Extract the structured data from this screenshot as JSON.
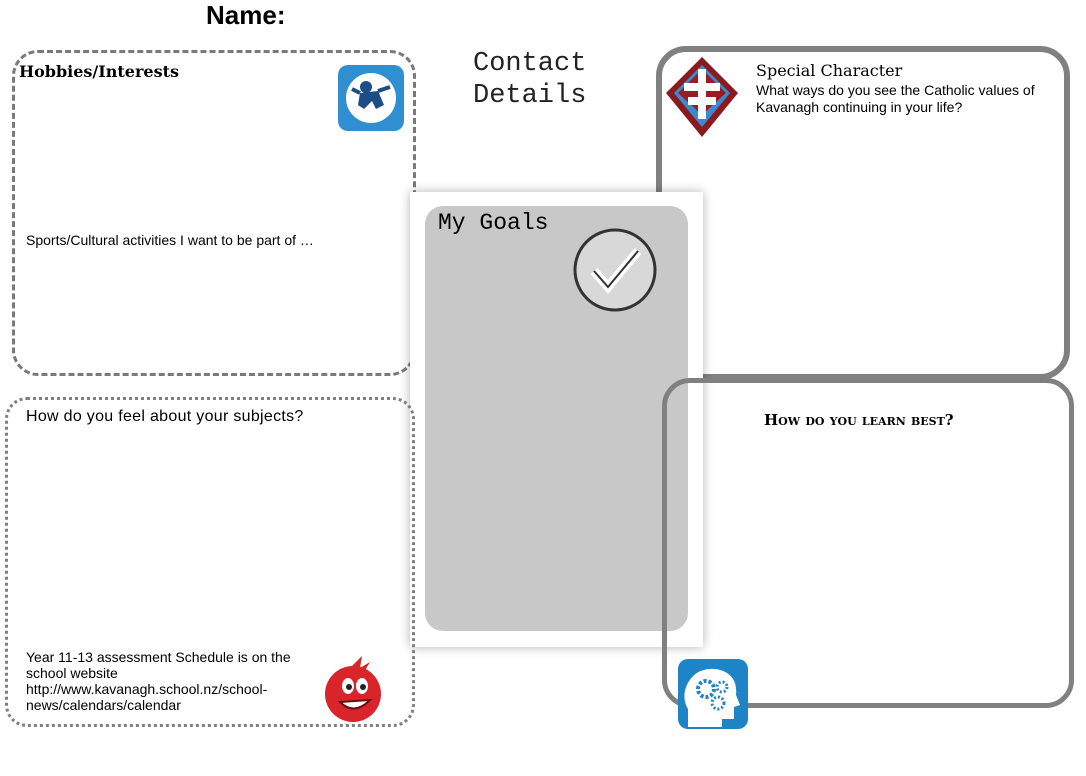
{
  "header": {
    "name_label": "Name:"
  },
  "hobbies": {
    "title": "Hobbies/Interests",
    "sports": "Sports/Cultural activities I want to be part of …"
  },
  "contact": {
    "line1": "Contact",
    "line2": "Details"
  },
  "special": {
    "title": "Special Character",
    "question": "What ways do you see the Catholic values of Kavanagh continuing in your life?"
  },
  "goals": {
    "title": "My Goals"
  },
  "subjects": {
    "question": "How do you feel about your subjects?",
    "assessment_line1": "Year 11-13 assessment Schedule is on the school website",
    "assessment_url": "http://www.kavanagh.school.nz/school-news/calendars/calendar"
  },
  "learn": {
    "title": "How do you learn best?"
  }
}
